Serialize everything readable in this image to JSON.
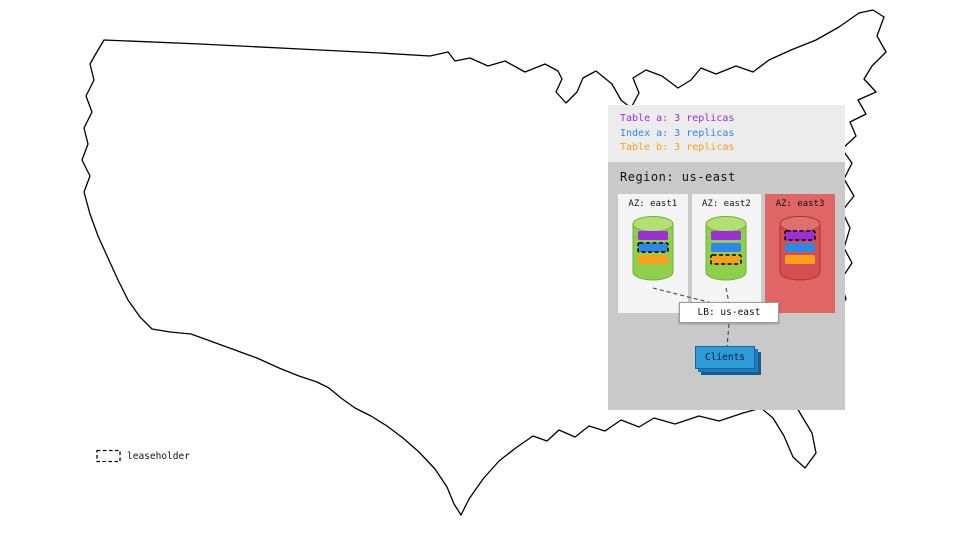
{
  "colors": {
    "table_a": "#9b2fd6",
    "index_a": "#2f86eb",
    "table_b": "#f9a01b",
    "legend_bg": "#ececec",
    "region_bg": "#c9c9c9",
    "az_bg": "#f4f4f4",
    "az_down_bg": "#e06565",
    "cyl_green": "#8ed04b",
    "cyl_green_top": "#b2e070",
    "cyl_green_edge": "#74ad3c",
    "cyl_red": "#d45050",
    "cyl_red_top": "#e07070",
    "cyl_red_edge": "#a83636",
    "clients_bg": "#2e9ad7"
  },
  "legend": {
    "items": [
      {
        "label": "Table a: 3 replicas",
        "color_key": "table_a"
      },
      {
        "label": "Index a: 3 replicas",
        "color_key": "index_a"
      },
      {
        "label": "Table b: 3 replicas",
        "color_key": "table_b"
      }
    ]
  },
  "region": {
    "title": "Region: us-east",
    "azs": [
      {
        "label": "AZ: east1",
        "down": false,
        "replicas": [
          {
            "name": "table-a",
            "color_key": "table_a",
            "leaseholder": false
          },
          {
            "name": "index-a",
            "color_key": "index_a",
            "leaseholder": true
          },
          {
            "name": "table-b",
            "color_key": "table_b",
            "leaseholder": false
          }
        ]
      },
      {
        "label": "AZ: east2",
        "down": false,
        "replicas": [
          {
            "name": "table-a",
            "color_key": "table_a",
            "leaseholder": false
          },
          {
            "name": "index-a",
            "color_key": "index_a",
            "leaseholder": false
          },
          {
            "name": "table-b",
            "color_key": "table_b",
            "leaseholder": true
          }
        ]
      },
      {
        "label": "AZ: east3",
        "down": true,
        "replicas": [
          {
            "name": "table-a",
            "color_key": "table_a",
            "leaseholder": true
          },
          {
            "name": "index-a",
            "color_key": "index_a",
            "leaseholder": false
          },
          {
            "name": "table-b",
            "color_key": "table_b",
            "leaseholder": false
          }
        ]
      }
    ],
    "lb": {
      "label": "LB: us-east"
    },
    "clients": {
      "label": "Clients"
    }
  },
  "map_legend": {
    "label": "leaseholder"
  }
}
